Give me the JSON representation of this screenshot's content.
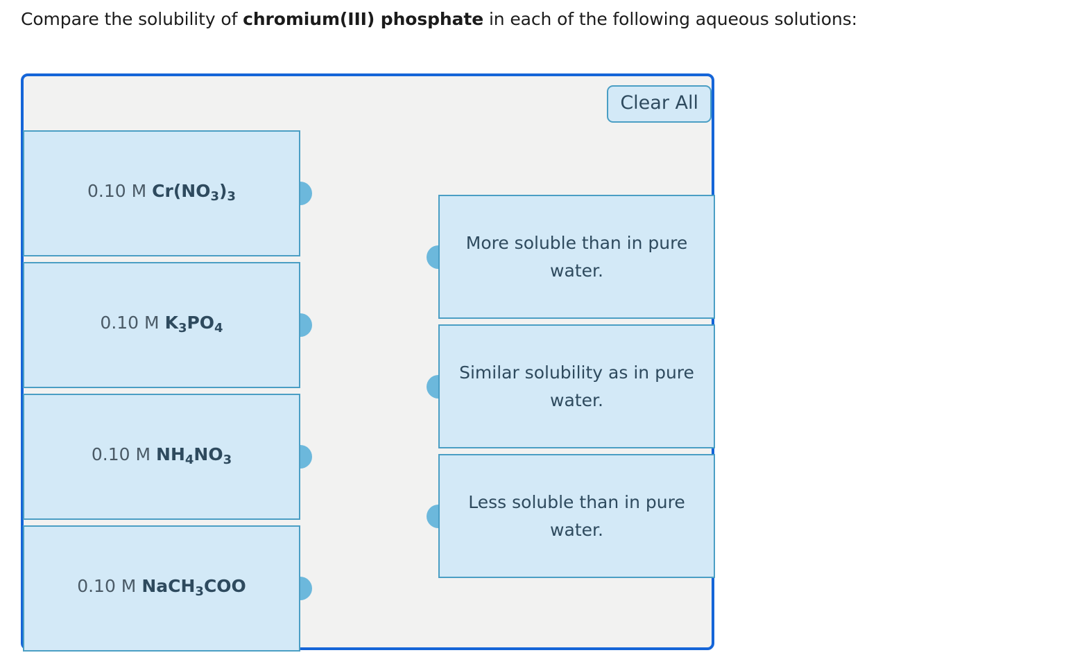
{
  "prompt": {
    "before": "Compare the solubility of ",
    "bold": "chromium(III) phosphate",
    "after": " in each of the following aqueous solutions:"
  },
  "widget": {
    "clear_all_label": "Clear All",
    "accent_border": "#1565d8",
    "tile_fill": "#d3e9f7",
    "tile_border": "#4a9ec4",
    "node_color": "#6cb8dc",
    "panel_bg": "#f2f2f1",
    "text_color": "#2e4a5e"
  },
  "left_items": [
    {
      "concentration": "0.10 M ",
      "formula_parts": [
        {
          "text": "Cr(NO",
          "sub": false
        },
        {
          "text": "3",
          "sub": true
        },
        {
          "text": ")",
          "sub": false
        },
        {
          "text": "3",
          "sub": true
        }
      ],
      "plain": "0.10 M Cr(NO3)3"
    },
    {
      "concentration": "0.10 M ",
      "formula_parts": [
        {
          "text": "K",
          "sub": false
        },
        {
          "text": "3",
          "sub": true
        },
        {
          "text": "PO",
          "sub": false
        },
        {
          "text": "4",
          "sub": true
        }
      ],
      "plain": "0.10 M K3PO4"
    },
    {
      "concentration": "0.10 M ",
      "formula_parts": [
        {
          "text": "NH",
          "sub": false
        },
        {
          "text": "4",
          "sub": true
        },
        {
          "text": "NO",
          "sub": false
        },
        {
          "text": "3",
          "sub": true
        }
      ],
      "plain": "0.10 M NH4NO3"
    },
    {
      "concentration": "0.10 M ",
      "formula_parts": [
        {
          "text": "NaCH",
          "sub": false
        },
        {
          "text": "3",
          "sub": true
        },
        {
          "text": "COO",
          "sub": false
        }
      ],
      "plain": "0.10 M NaCH3COO"
    }
  ],
  "right_items": [
    {
      "label": "More soluble than in pure water."
    },
    {
      "label": "Similar solubility as in pure water."
    },
    {
      "label": "Less soluble than in pure water."
    }
  ]
}
